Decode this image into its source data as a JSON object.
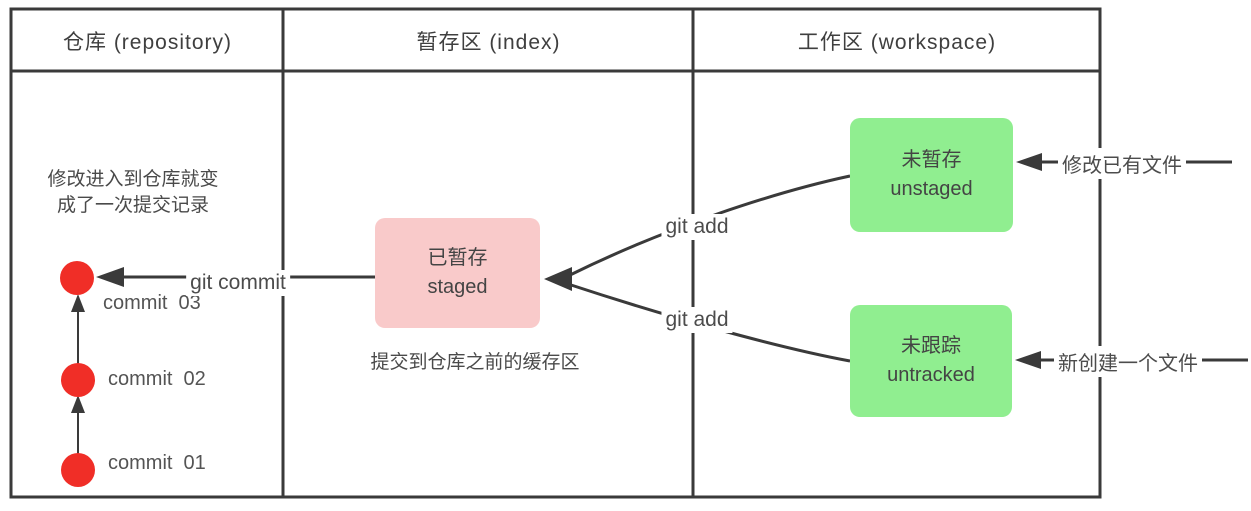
{
  "columns": [
    {
      "title": "仓库 (repository)"
    },
    {
      "title": "暂存区 (index)"
    },
    {
      "title": "工作区 (workspace)"
    }
  ],
  "repository": {
    "note": "修改进入到仓库就变\n成了一次提交记录",
    "commits": [
      {
        "label": "commit  03"
      },
      {
        "label": "commit  02"
      },
      {
        "label": "commit  01"
      }
    ]
  },
  "index": {
    "staged_box": {
      "line1": "已暂存",
      "line2": "staged"
    },
    "caption": "提交到仓库之前的缓存区"
  },
  "workspace": {
    "unstaged_box": {
      "line1": "未暂存",
      "line2": "unstaged"
    },
    "untracked_box": {
      "line1": "未跟踪",
      "line2": "untracked"
    }
  },
  "labels": {
    "git_commit": "git commit",
    "git_add_top": "git add",
    "git_add_bottom": "git add",
    "modify_existing": "修改已有文件",
    "create_new": "新创建一个文件"
  },
  "colors": {
    "line": "#3a3a3a",
    "commit_red": "#f02e27",
    "staged_pink": "#f9caca",
    "workspace_green": "#90ee90"
  }
}
